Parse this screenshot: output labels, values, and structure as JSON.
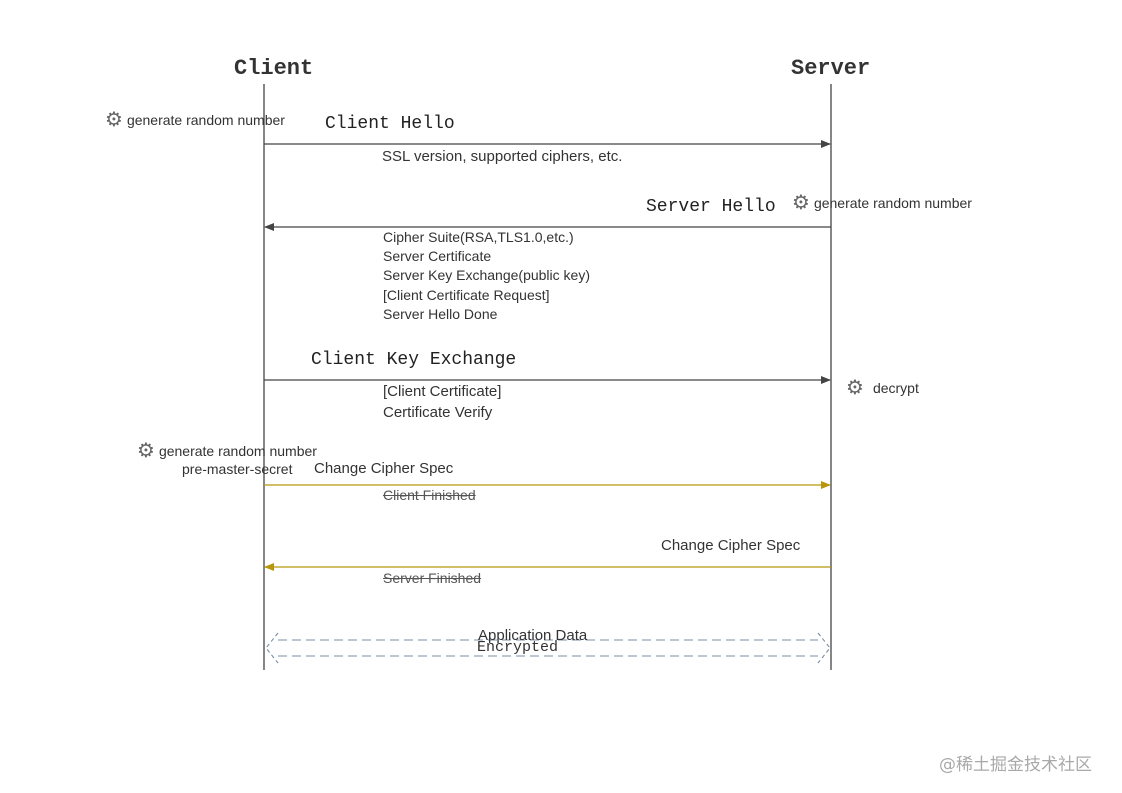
{
  "actors": {
    "client": "Client",
    "server": "Server"
  },
  "messages": {
    "client_hello": "Client Hello",
    "server_hello": "Server Hello",
    "client_key_exchange": "Client Key Exchange",
    "change_cipher_spec_1": "Change Cipher Spec",
    "change_cipher_spec_2": "Change Cipher Spec",
    "application_data": "Application Data",
    "encrypted": "Encrypted"
  },
  "notes": {
    "client_random_1": "generate random number",
    "server_random": "generate random number",
    "decrypt": "decrypt",
    "client_random_2": "generate random number",
    "pre_master_secret": "pre-master-secret",
    "ssl_version": "SSL version, supported ciphers, etc.",
    "server_hello_details": [
      "Cipher Suite(RSA,TLS1.0,etc.)",
      "Server Certificate",
      "Server Key Exchange(public key)",
      "[Client Certificate Request]",
      "Server Hello Done"
    ],
    "client_key_details": [
      "[Client Certificate]",
      "Certificate Verify"
    ],
    "client_finished": "Client Finished",
    "server_finished": "Server Finished"
  },
  "icons": {
    "step": "gear-icon"
  },
  "colors": {
    "handshake": "#444444",
    "cipher_spec": "#b8960c",
    "app_data": "#7a8ea8"
  },
  "watermark": "@稀土掘金技术社区"
}
